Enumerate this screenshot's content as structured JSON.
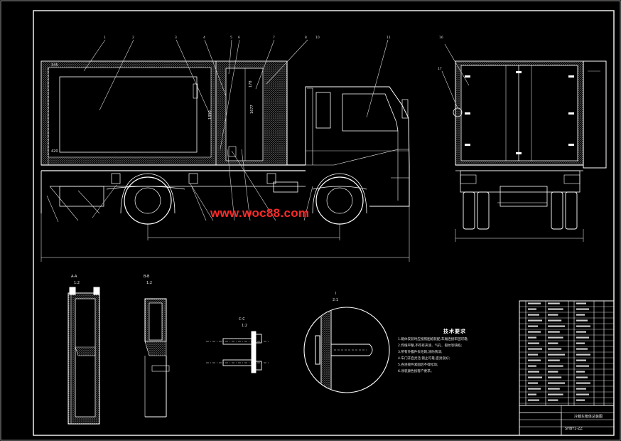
{
  "watermark": "www.woc88.com",
  "notes": {
    "title": "技术要求",
    "items": [
      "1.箱体安装时应按照图纸装配,车厢连接牢固可靠;",
      "2.焊缝平整,不得有夹渣、气孔、裂纹等缺陷;",
      "3.所有外露件去毛刺,涂防锈漆;",
      "4.车门开启灵活,锁止可靠,密封良好;",
      "5.各连接件紧固后不得松动;",
      "6.涂装颜色按客户要求。"
    ]
  },
  "title_block": {
    "title": "冷藏车箱体总装图",
    "code": "SHBY1-ZZ"
  },
  "colors": {
    "background": "#000000",
    "line": "#ffffff",
    "watermark": "#ff2a2a",
    "callout": "#d8d8d8"
  }
}
